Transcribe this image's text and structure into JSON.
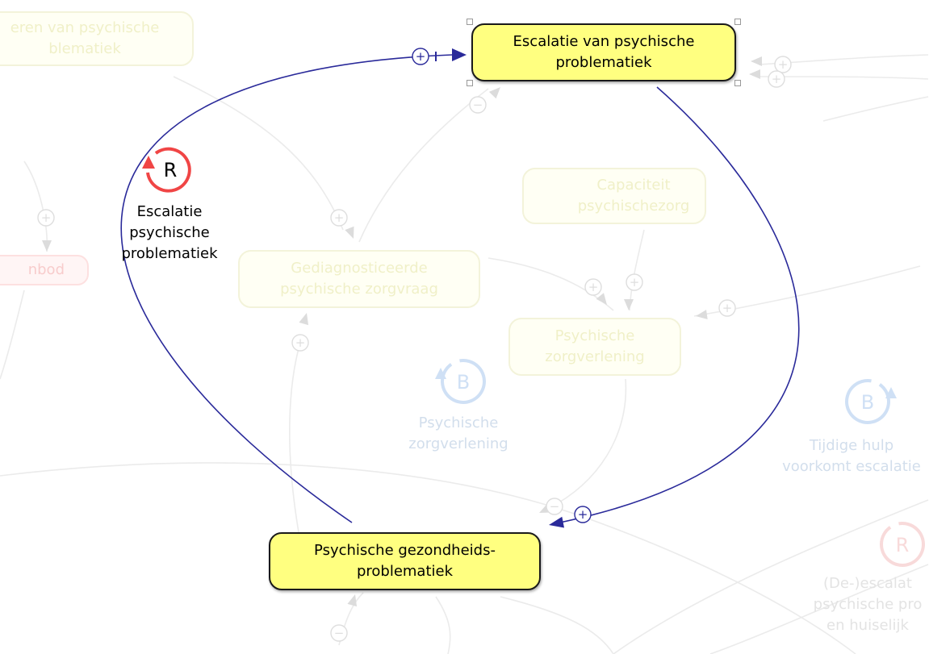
{
  "diagram": {
    "nodes": {
      "escalatie": "Escalatie van psychische\nproblematiek",
      "gezondheid": "Psychische gezondheids-\nproblematiek",
      "faded_topleft": "eren van psychische\nblematiek",
      "faded_aanbod": "nbod",
      "faded_gediagnosticeerd": "Gediagnosticeerde\npsychische zorgvraag",
      "faded_capaciteit": "Capaciteit\npsychischezorg",
      "faded_zorgverlening": "Psychische\nzorgverlening"
    },
    "loops": {
      "main": {
        "symbol": "R",
        "label": "Escalatie\npsychische\nproblematiek",
        "color": "#f04545"
      },
      "faded_b1": {
        "symbol": "B",
        "label": "Psychische\nzorgverlening"
      },
      "faded_b2": {
        "symbol": "B",
        "label": "Tijdige hulp\nvoorkomt escalatie"
      },
      "faded_r2": {
        "symbol": "R",
        "label": "(De-)escalat\npsychische pro\nen huiselijk"
      }
    },
    "polarity": {
      "plus": "+",
      "minus": "−"
    },
    "colors": {
      "node_fill": "#ffff80",
      "link_main": "#2a2a9a",
      "link_faded": "#ebebeb",
      "loop_R": "#f04545",
      "loop_B": "#8fb6e6"
    }
  }
}
